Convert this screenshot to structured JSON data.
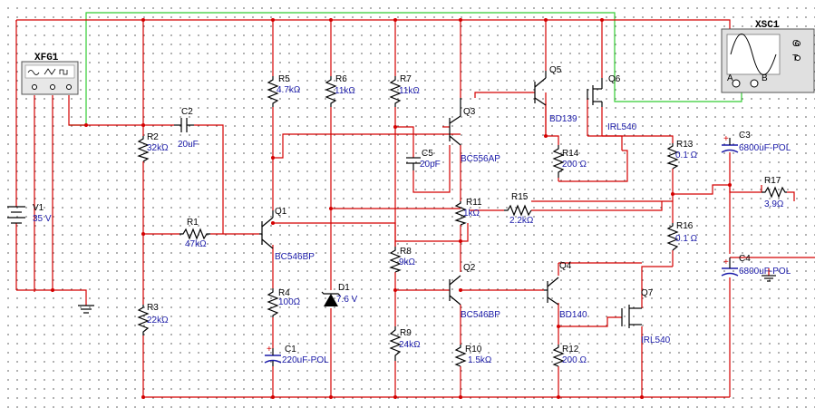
{
  "instruments": {
    "generator": "XFG1",
    "oscilloscope": "XSC1",
    "scope_channel_a": "A",
    "scope_channel_b": "B",
    "scope_ext_label": "G",
    "scope_trig_label": "T"
  },
  "components": [
    {
      "ref": "V1",
      "value": "35 V"
    },
    {
      "ref": "C2",
      "value": "20uF"
    },
    {
      "ref": "R2",
      "value": "32kΩ"
    },
    {
      "ref": "R1",
      "value": "47kΩ"
    },
    {
      "ref": "R3",
      "value": "22kΩ"
    },
    {
      "ref": "R5",
      "value": "4.7kΩ"
    },
    {
      "ref": "R6",
      "value": "11kΩ"
    },
    {
      "ref": "R7",
      "value": "11kΩ"
    },
    {
      "ref": "Q1",
      "value": "BC546BP"
    },
    {
      "ref": "R4",
      "value": "100Ω"
    },
    {
      "ref": "C1",
      "value": "220uF-POL"
    },
    {
      "ref": "D1",
      "value": "7.6 V"
    },
    {
      "ref": "C5",
      "value": "20pF"
    },
    {
      "ref": "Q3",
      "value": "BC556AP"
    },
    {
      "ref": "R8",
      "value": "9kΩ"
    },
    {
      "ref": "R9",
      "value": "24kΩ"
    },
    {
      "ref": "R11",
      "value": "1kΩ"
    },
    {
      "ref": "R15",
      "value": "2.2kΩ"
    },
    {
      "ref": "Q2",
      "value": "BC546BP"
    },
    {
      "ref": "R10",
      "value": "1.5kΩ"
    },
    {
      "ref": "Q5",
      "value": "BD139"
    },
    {
      "ref": "Q6",
      "value": "IRL540"
    },
    {
      "ref": "R14",
      "value": "200 Ω"
    },
    {
      "ref": "R13",
      "value": "0.1 Ω"
    },
    {
      "ref": "R16",
      "value": "0.1 Ω"
    },
    {
      "ref": "Q4",
      "value": "BD140"
    },
    {
      "ref": "Q7",
      "value": "IRL540"
    },
    {
      "ref": "R12",
      "value": "200 Ω"
    },
    {
      "ref": "C3",
      "value": "6800uF-POL"
    },
    {
      "ref": "R17",
      "value": "3.9Ω"
    },
    {
      "ref": "C4",
      "value": "6800uF-POL"
    }
  ],
  "colors": {
    "wire": "#d40000",
    "probe_wire": "#33cc33",
    "value_text": "#1a1aa8",
    "grid_dot": "#6b6b6b"
  }
}
